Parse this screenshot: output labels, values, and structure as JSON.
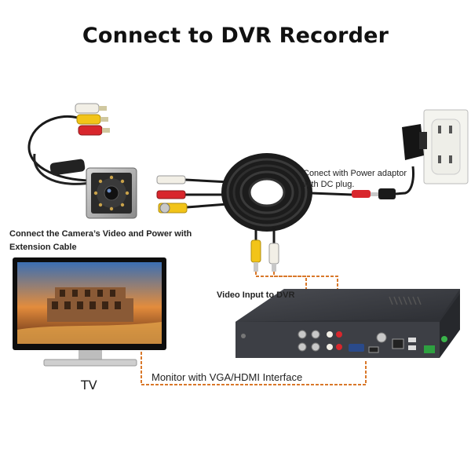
{
  "title": "Connect to DVR Recorder",
  "labels": {
    "camera_connect": "Connect the Camera’s Video and Power with Extension Cable",
    "power_adaptor": "Conect with Power adaptor with DC plug.",
    "video_input": "Video Input to DVR",
    "monitor_interface": "Monitor with VGA/HDMI Interface",
    "tv": "TV"
  },
  "colors": {
    "connection_line": "#d9782a",
    "cable": "#1a1a1a",
    "rca_yellow": "#f2c418",
    "rca_red": "#d8262c",
    "rca_white": "#f2efe6"
  },
  "icons": {
    "camera": "camera-icon",
    "cable_reel": "cable-reel-icon",
    "power_adaptor": "power-adaptor-icon",
    "wall_outlet": "wall-outlet-icon",
    "tv_monitor": "tv-monitor-icon",
    "dvr": "dvr-recorder-icon"
  }
}
